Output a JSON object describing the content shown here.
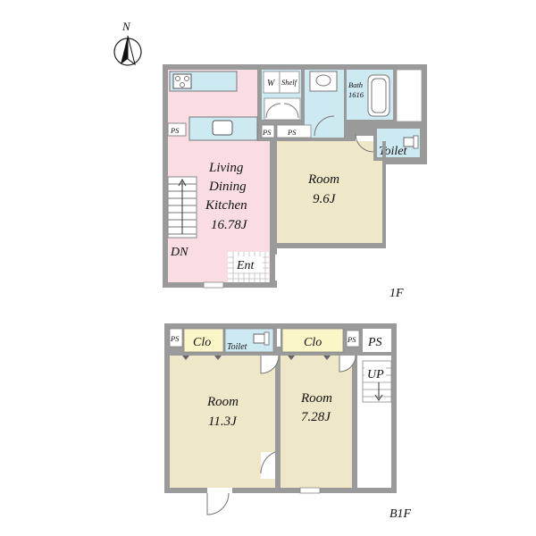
{
  "compass": {
    "north": "N"
  },
  "floor_1f": {
    "label": "1F",
    "ldk": {
      "line1": "Living",
      "line2": "Dining",
      "line3": "Kitchen",
      "size": "16.78J"
    },
    "room": {
      "name": "Room",
      "size": "9.6J"
    },
    "toilet": "Toilet",
    "entrance": "Ent",
    "stairs_down": "DN",
    "washer": "W",
    "shelf": "Shelf",
    "bath": {
      "name": "Bath",
      "size": "1616"
    },
    "ps_labels": [
      "PS",
      "PS",
      "PS"
    ]
  },
  "floor_b1f": {
    "label": "B1F",
    "room_a": {
      "name": "Room",
      "size": "11.3J"
    },
    "room_b": {
      "name": "Room",
      "size": "7.28J"
    },
    "closet_a": "Clo",
    "closet_b": "Clo",
    "toilet": "Toilet",
    "stairs_up": "UP",
    "ps_labels": [
      "PS",
      "PS",
      "PS"
    ]
  },
  "colors": {
    "wall": "#9a9a9a",
    "ldk_pink": "#f9dde3",
    "room_beige": "#efe8c8",
    "wet_blue": "#cde9f2",
    "closet_yellow": "#fbf6c8",
    "entrance_grid": "#cfcfcf"
  }
}
